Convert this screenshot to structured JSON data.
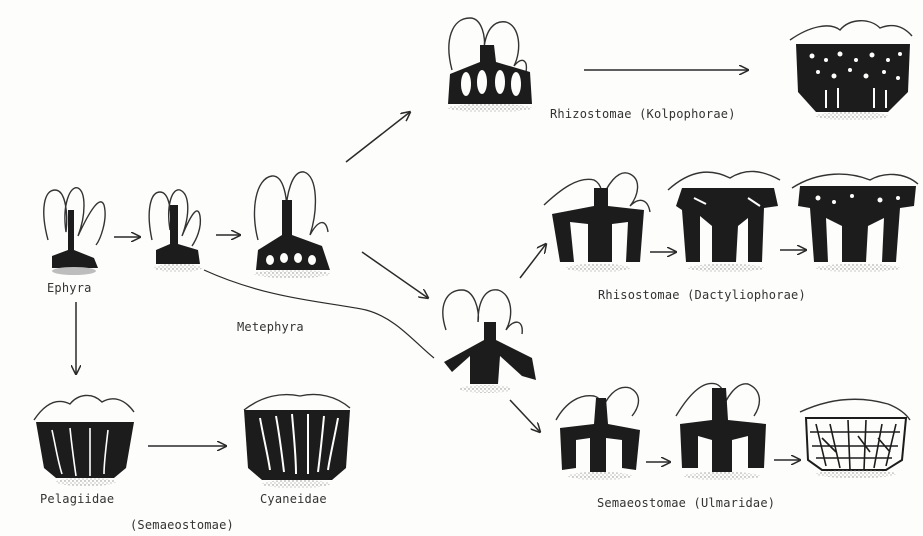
{
  "labels": {
    "ephyra": "Ephyra",
    "metephyra": "Metephyra",
    "rhizostomae_kolpophorae": "Rhizostomae (Kolpophorae)",
    "rhisostomae_dactyliophorae": "Rhisostomae (Dactyliophorae)",
    "pelagiidae": "Pelagiidae",
    "cyaneidae": "Cyaneidae",
    "semaeostomae_group": "(Semaeostomae)",
    "semaeostomae_ulmaridae": "Semaeostomae (Ulmaridae)"
  },
  "colors": {
    "ink": "#1c1c1c",
    "paper": "#fdfdfb",
    "stipple": "#bdbdbd"
  }
}
